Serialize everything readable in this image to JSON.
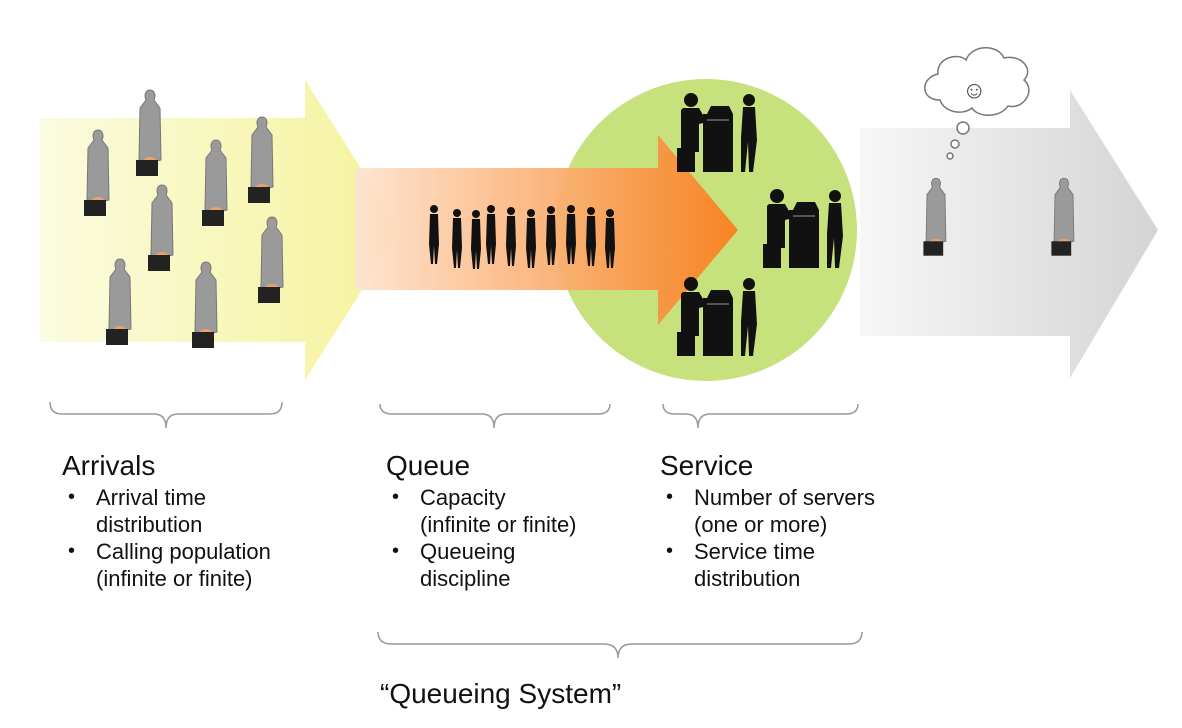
{
  "sections": {
    "arrivals": {
      "title": "Arrivals",
      "items": [
        {
          "line1": "Arrival time",
          "line2": "distribution"
        },
        {
          "line1": "Calling population",
          "line2": "(infinite or finite)"
        }
      ]
    },
    "queue": {
      "title": "Queue",
      "items": [
        {
          "line1": "Capacity",
          "line2": "(infinite or finite)"
        },
        {
          "line1": "Queueing",
          "line2": "discipline"
        }
      ]
    },
    "service": {
      "title": "Service",
      "items": [
        {
          "line1": "Number of servers",
          "line2": "(one or more)"
        },
        {
          "line1": "Service time",
          "line2": "distribution"
        }
      ]
    }
  },
  "system_label": "“Queueing System”",
  "thought_bubble_glyph": "☺",
  "colors": {
    "arrivals_arrow": "#f5f39a",
    "queue_arrow": "#f98a2e",
    "service_circle": "#c7e27d",
    "exit_arrow": "#d9d9d9",
    "figure": "#111111"
  },
  "icons": [
    "person-with-briefcase-icon",
    "queue-silhouettes-icon",
    "server-counter-icon",
    "thought-cloud-icon"
  ]
}
